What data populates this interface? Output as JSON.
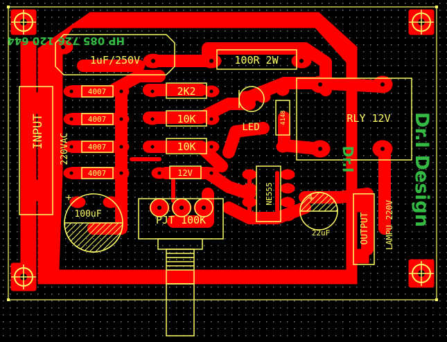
{
  "board": {
    "top_text": "HP 085 726 120 644",
    "capacitor_box": "1uF/250V",
    "resistor_2w": "100R 2W",
    "diode1": "4007",
    "diode2": "4007",
    "diode3": "4007",
    "diode4": "4007",
    "r_2k2": "2K2",
    "r_10k_a": "10K",
    "r_10k_b": "10K",
    "zener": "12V",
    "led_label": "LED",
    "diode_small": "4148",
    "relay": "RLY 12V",
    "input_label": "INPUT",
    "ac_label": "220VAC",
    "electrolytic_big": "100uF",
    "electrolytic_small": "22uF",
    "ic": "NE555",
    "pot": "PJT 100K",
    "output_label": "OUTPUT",
    "lamp_label": "LAMPU 220V",
    "brand_1": "Dr.I Design",
    "brand_2": "Dr.I",
    "plus_1": "+",
    "plus_2": "+"
  },
  "colors": {
    "background": "#000000",
    "copper": "#ff0000",
    "silkscreen": "#ffff66",
    "brand_text": "#33bb44",
    "pad_hole": "#000000"
  }
}
